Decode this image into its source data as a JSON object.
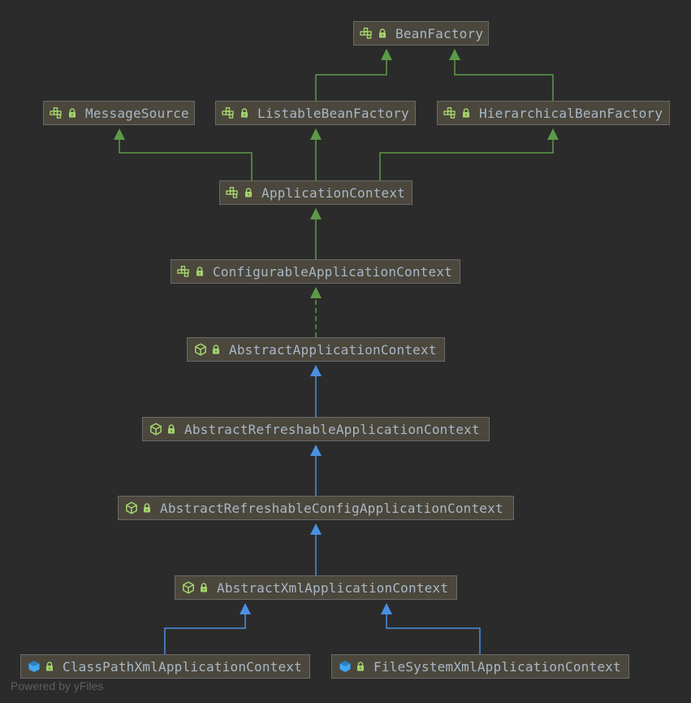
{
  "diagram": {
    "title": "Class hierarchy of ClassPathXmlApplicationContext",
    "colors": {
      "background": "#2b2b2b",
      "node_fill": "#4b473d",
      "node_border": "#6a6a6a",
      "label": "#a9b7c6",
      "interface_edge": "#5c9a48",
      "class_edge": "#4a90e2",
      "icon_green": "#a5d36b",
      "icon_blue": "#3fa9f5"
    },
    "nodes": [
      {
        "id": "BeanFactory",
        "label": "BeanFactory",
        "kind": "interface",
        "icon": "interface-icon"
      },
      {
        "id": "MessageSource",
        "label": "MessageSource",
        "kind": "interface",
        "icon": "interface-icon"
      },
      {
        "id": "ListableBeanFactory",
        "label": "ListableBeanFactory",
        "kind": "interface",
        "icon": "interface-icon"
      },
      {
        "id": "HierarchicalBeanFactory",
        "label": "HierarchicalBeanFactory",
        "kind": "interface",
        "icon": "interface-icon"
      },
      {
        "id": "ApplicationContext",
        "label": "ApplicationContext",
        "kind": "interface",
        "icon": "interface-icon"
      },
      {
        "id": "ConfigurableApplicationContext",
        "label": "ConfigurableApplicationContext",
        "kind": "interface",
        "icon": "interface-icon"
      },
      {
        "id": "AbstractApplicationContext",
        "label": "AbstractApplicationContext",
        "kind": "abstract-class",
        "icon": "abstract-class-icon"
      },
      {
        "id": "AbstractRefreshableApplicationContext",
        "label": "AbstractRefreshableApplicationContext",
        "kind": "abstract-class",
        "icon": "abstract-class-icon"
      },
      {
        "id": "AbstractRefreshableConfigApplicationContext",
        "label": "AbstractRefreshableConfigApplicationContext",
        "kind": "abstract-class",
        "icon": "abstract-class-icon"
      },
      {
        "id": "AbstractXmlApplicationContext",
        "label": "AbstractXmlApplicationContext",
        "kind": "abstract-class",
        "icon": "abstract-class-icon"
      },
      {
        "id": "ClassPathXmlApplicationContext",
        "label": "ClassPathXmlApplicationContext",
        "kind": "class",
        "icon": "class-icon"
      },
      {
        "id": "FileSystemXmlApplicationContext",
        "label": "FileSystemXmlApplicationContext",
        "kind": "class",
        "icon": "class-icon"
      }
    ],
    "edges": [
      {
        "from": "ListableBeanFactory",
        "to": "BeanFactory",
        "type": "extends-interface"
      },
      {
        "from": "HierarchicalBeanFactory",
        "to": "BeanFactory",
        "type": "extends-interface"
      },
      {
        "from": "ApplicationContext",
        "to": "MessageSource",
        "type": "extends-interface"
      },
      {
        "from": "ApplicationContext",
        "to": "ListableBeanFactory",
        "type": "extends-interface"
      },
      {
        "from": "ApplicationContext",
        "to": "HierarchicalBeanFactory",
        "type": "extends-interface"
      },
      {
        "from": "ConfigurableApplicationContext",
        "to": "ApplicationContext",
        "type": "extends-interface"
      },
      {
        "from": "AbstractApplicationContext",
        "to": "ConfigurableApplicationContext",
        "type": "implements"
      },
      {
        "from": "AbstractRefreshableApplicationContext",
        "to": "AbstractApplicationContext",
        "type": "extends-class"
      },
      {
        "from": "AbstractRefreshableConfigApplicationContext",
        "to": "AbstractRefreshableApplicationContext",
        "type": "extends-class"
      },
      {
        "from": "AbstractXmlApplicationContext",
        "to": "AbstractRefreshableConfigApplicationContext",
        "type": "extends-class"
      },
      {
        "from": "ClassPathXmlApplicationContext",
        "to": "AbstractXmlApplicationContext",
        "type": "extends-class"
      },
      {
        "from": "FileSystemXmlApplicationContext",
        "to": "AbstractXmlApplicationContext",
        "type": "extends-class"
      }
    ]
  },
  "watermark": "Powered by yFiles"
}
